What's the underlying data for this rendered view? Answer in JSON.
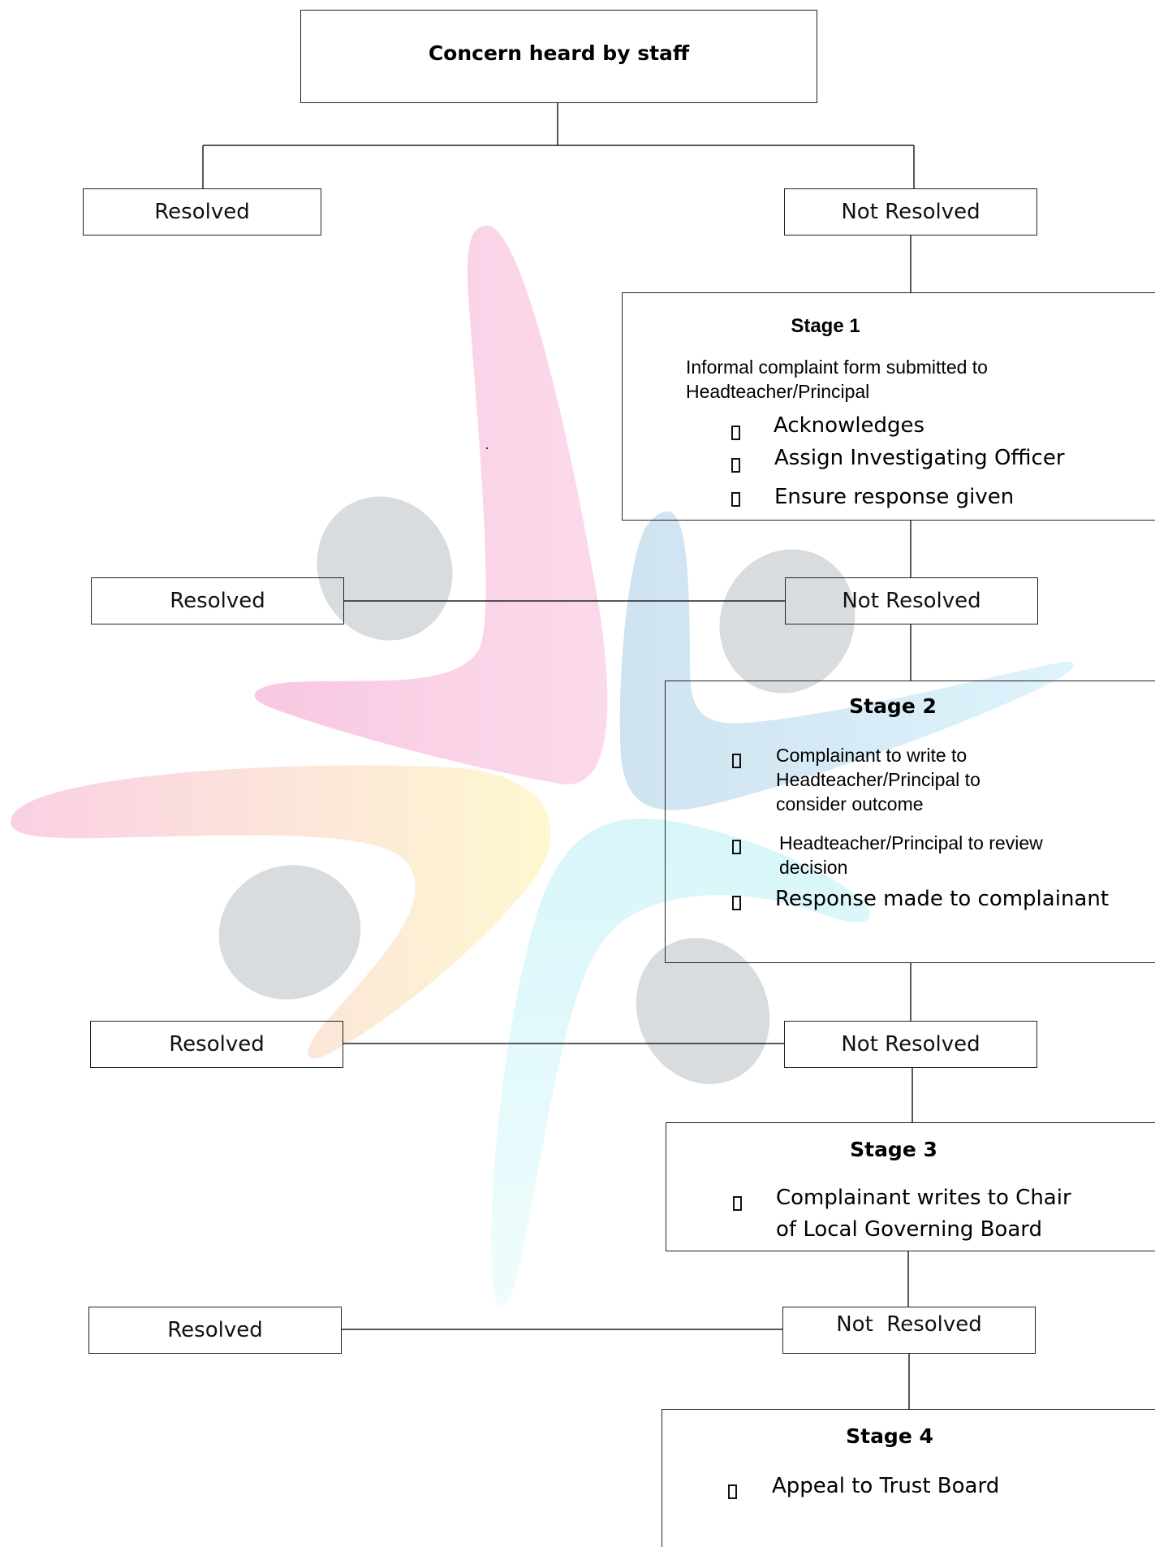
{
  "flow": {
    "top_box": "Concern heard by staff",
    "outcomes": {
      "resolved_1": "Resolved",
      "not_resolved_1": "Not Resolved",
      "resolved_2": "Resolved",
      "not_resolved_2": "Not Resolved",
      "resolved_3": "Resolved",
      "not_resolved_3": "Not Resolved",
      "resolved_4": "Resolved",
      "not_resolved_4": "Not  Resolved"
    },
    "stage1": {
      "title": "Stage 1",
      "intro_line1": "Informal complaint form submitted to",
      "intro_line2": "Headteacher/Principal",
      "items": [
        "Acknowledges",
        "Assign Investigating Officer",
        "Ensure response given"
      ]
    },
    "stage2": {
      "title": "Stage 2",
      "item1_lines": [
        "Complainant to write to",
        "Headteacher/Principal to",
        "consider outcome"
      ],
      "item2_lines": [
        "Headteacher/Principal to review",
        "decision"
      ],
      "item3": "Response made to complainant"
    },
    "stage3": {
      "title": "Stage 3",
      "item_lines": [
        "Complainant writes to Chair",
        "of Local Governing Board"
      ]
    },
    "stage4": {
      "title": "Stage 4",
      "item": "Appeal to Trust Board"
    }
  },
  "colors": {
    "line": "#222222",
    "watermark_pink": "#f9c4dd",
    "watermark_blue": "#c9e1ef",
    "watermark_yellow": "#fdf6c4",
    "watermark_cyan": "#d6f7fb",
    "watermark_grey": "#d7dadc"
  }
}
